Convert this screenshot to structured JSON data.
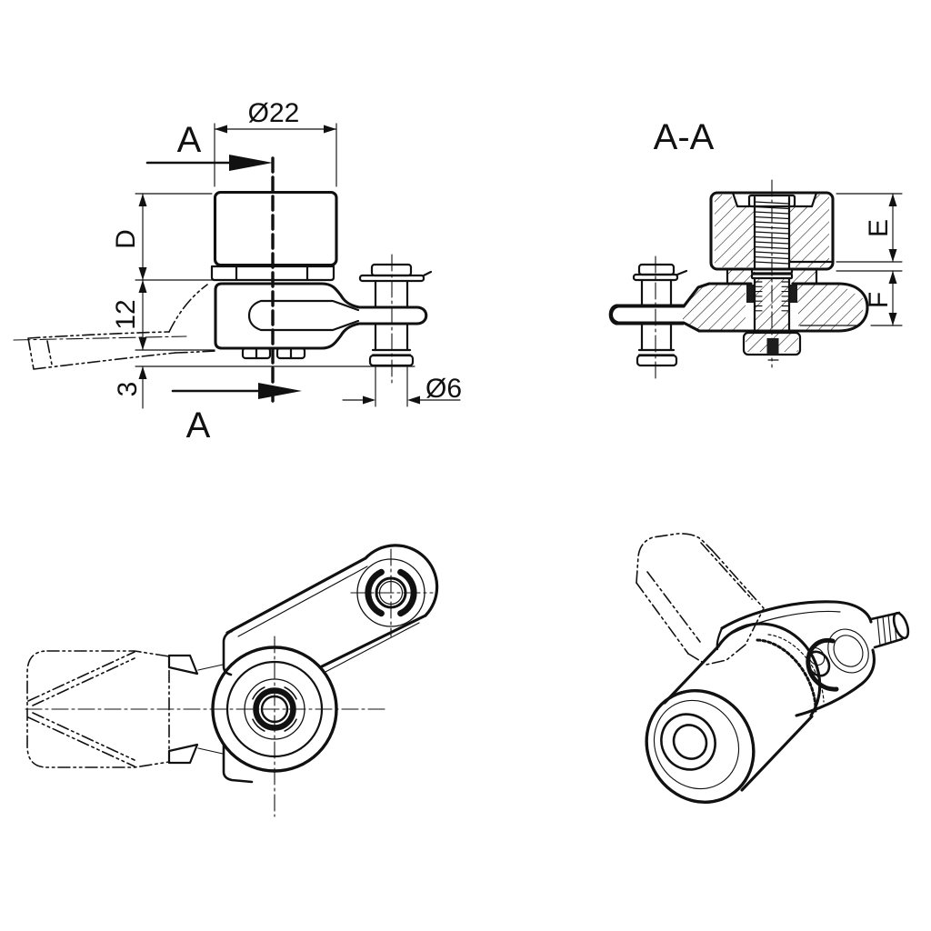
{
  "labels": {
    "section_title": "A-A",
    "section_cut_top": "A",
    "section_cut_bottom": "A",
    "knob_diameter": "Ø22",
    "pin_diameter": "Ø6",
    "dim_d": "D",
    "dim_12": "12",
    "dim_3": "3",
    "dim_e": "E",
    "dim_f": "F"
  },
  "colors": {
    "background": "#ffffff",
    "line": "#111111"
  }
}
